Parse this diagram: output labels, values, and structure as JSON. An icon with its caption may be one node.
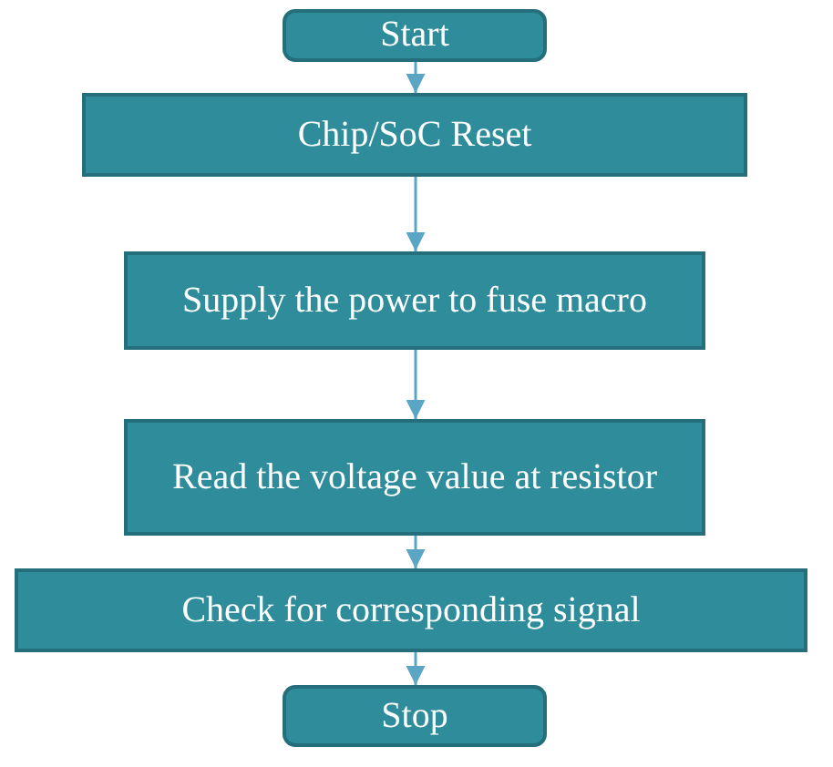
{
  "diagram": {
    "nodes": [
      {
        "text": [
          "Start"
        ]
      },
      {
        "text": [
          "Chip/SoC Reset"
        ]
      },
      {
        "text": [
          "Supply the power to fuse macro"
        ]
      },
      {
        "text": [
          "Read the voltage value at resistor"
        ]
      },
      {
        "text": [
          "Check for corresponding signal"
        ]
      },
      {
        "text": [
          "Stop"
        ]
      }
    ],
    "edges": [
      {
        "from": 0,
        "to": 1,
        "arrow": "to"
      },
      {
        "from": 1,
        "to": 2,
        "arrow": "to"
      },
      {
        "from": 2,
        "to": 3,
        "arrow": "to"
      },
      {
        "from": 3,
        "to": 4,
        "arrow": "to"
      },
      {
        "from": 4,
        "to": 5,
        "arrow": "to"
      }
    ]
  }
}
